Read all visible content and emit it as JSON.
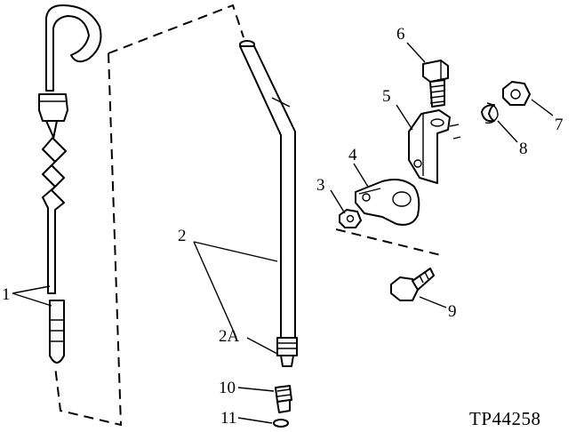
{
  "callouts": {
    "c1": "1",
    "c2": "2",
    "c2a": "2A",
    "c3": "3",
    "c4": "4",
    "c5": "5",
    "c6": "6",
    "c7": "7",
    "c8": "8",
    "c9": "9",
    "c10": "10",
    "c11": "11"
  },
  "figure_code": "TP44258",
  "colors": {
    "ink": "#000000",
    "paper": "#ffffff"
  }
}
